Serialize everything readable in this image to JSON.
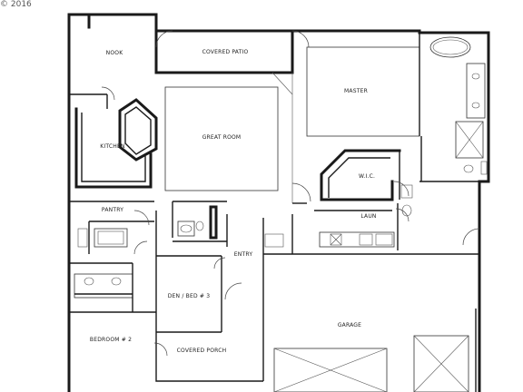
{
  "copyright": "© 2016",
  "rooms": {
    "nook": "NOOK",
    "covered_patio": "COVERED PATIO",
    "master": "MASTER",
    "kitchen": "KITCHEN",
    "great_room": "GREAT ROOM",
    "wic": "W.I.C.",
    "pantry": "PANTRY",
    "laun": "LAUN",
    "entry": "ENTRY",
    "den_bed3": "DEN / BED # 3",
    "garage": "GARAGE",
    "bedroom2": "BEDROOM # 2",
    "covered_porch": "COVERED PORCH"
  },
  "colors": {
    "wall": "#1a1a1a",
    "background": "#ffffff"
  }
}
